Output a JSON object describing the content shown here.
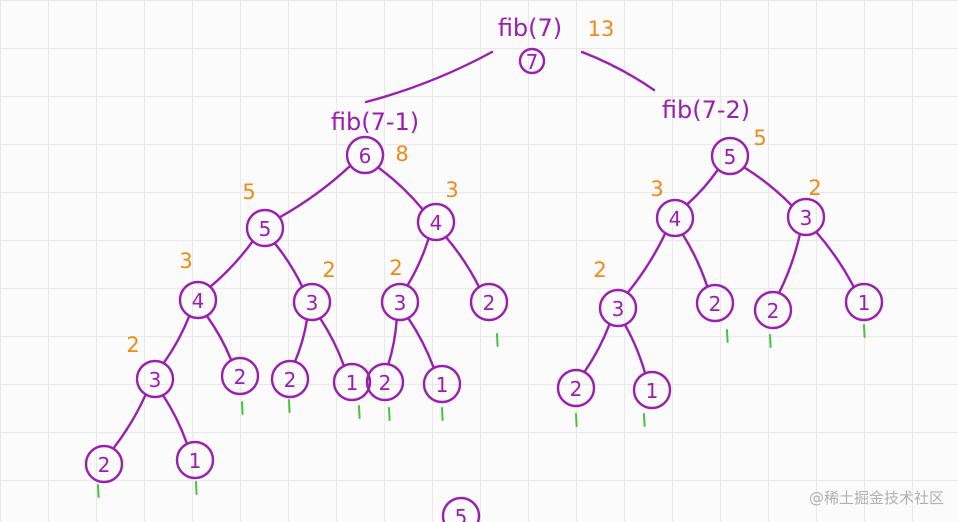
{
  "colors": {
    "tree": "#9a1fb0",
    "notes": "#ef8a14",
    "leaf_ticks": "#45c23e"
  },
  "labels": [
    {
      "id": "root-call",
      "text": "fib(7)"
    },
    {
      "id": "left-call",
      "text": "fib(7-1)"
    },
    {
      "id": "right-call",
      "text": "fib(7-2)"
    }
  ],
  "nodes": [
    {
      "id": "n7",
      "text": "7"
    },
    {
      "id": "L6",
      "text": "6"
    },
    {
      "id": "L5",
      "text": "5"
    },
    {
      "id": "L4a",
      "text": "4"
    },
    {
      "id": "L3a",
      "text": "3"
    },
    {
      "id": "L2a",
      "text": "2"
    },
    {
      "id": "L1a",
      "text": "1"
    },
    {
      "id": "L2b",
      "text": "2"
    },
    {
      "id": "L3b",
      "text": "3"
    },
    {
      "id": "L2c",
      "text": "2"
    },
    {
      "id": "L1b",
      "text": "1"
    },
    {
      "id": "L4b",
      "text": "4"
    },
    {
      "id": "L3c",
      "text": "3"
    },
    {
      "id": "L2d",
      "text": "2"
    },
    {
      "id": "L1c",
      "text": "1"
    },
    {
      "id": "L2e",
      "text": "2"
    },
    {
      "id": "R5",
      "text": "5"
    },
    {
      "id": "R4",
      "text": "4"
    },
    {
      "id": "R3a",
      "text": "3"
    },
    {
      "id": "R2a",
      "text": "2"
    },
    {
      "id": "R1a",
      "text": "1"
    },
    {
      "id": "R2b",
      "text": "2"
    },
    {
      "id": "R3b",
      "text": "3"
    },
    {
      "id": "R2c",
      "text": "2"
    },
    {
      "id": "R1b",
      "text": "1"
    },
    {
      "id": "bottom5",
      "text": "5"
    }
  ],
  "edges": [
    [
      "root-call",
      "left-call"
    ],
    [
      "root-call",
      "right-call"
    ],
    [
      "L6",
      "L5"
    ],
    [
      "L6",
      "L4b"
    ],
    [
      "L5",
      "L4a"
    ],
    [
      "L5",
      "L3b"
    ],
    [
      "L4a",
      "L3a"
    ],
    [
      "L4a",
      "L2b"
    ],
    [
      "L3a",
      "L2a"
    ],
    [
      "L3a",
      "L1a"
    ],
    [
      "L3b",
      "L2c"
    ],
    [
      "L3b",
      "L1b"
    ],
    [
      "L4b",
      "L3c"
    ],
    [
      "L4b",
      "L2e"
    ],
    [
      "L3c",
      "L2d"
    ],
    [
      "L3c",
      "L1c"
    ],
    [
      "R5",
      "R4"
    ],
    [
      "R5",
      "R3b"
    ],
    [
      "R4",
      "R3a"
    ],
    [
      "R4",
      "R2b"
    ],
    [
      "R3a",
      "R2a"
    ],
    [
      "R3a",
      "R1a"
    ],
    [
      "R3b",
      "R2c"
    ],
    [
      "R3b",
      "R1b"
    ]
  ],
  "value_notes": [
    {
      "id": "note-root",
      "text": "13"
    },
    {
      "id": "note-L6",
      "text": "8"
    },
    {
      "id": "note-L5",
      "text": "5"
    },
    {
      "id": "note-L4b",
      "text": "3"
    },
    {
      "id": "note-L4a",
      "text": "3"
    },
    {
      "id": "note-L3b",
      "text": "2"
    },
    {
      "id": "note-L3c",
      "text": "2"
    },
    {
      "id": "note-L3a",
      "text": "2"
    },
    {
      "id": "note-R5",
      "text": "5"
    },
    {
      "id": "note-R4",
      "text": "3"
    },
    {
      "id": "note-R3b",
      "text": "2"
    },
    {
      "id": "note-R3a",
      "text": "2"
    }
  ],
  "leaf_marks": [
    {
      "id": "tick-L2a",
      "text": "1"
    },
    {
      "id": "tick-L1a",
      "text": "1"
    },
    {
      "id": "tick-L2b",
      "text": "1"
    },
    {
      "id": "tick-L2c",
      "text": "1"
    },
    {
      "id": "tick-L1b",
      "text": "1"
    },
    {
      "id": "tick-L2d",
      "text": "1"
    },
    {
      "id": "tick-L1c",
      "text": "1"
    },
    {
      "id": "tick-L2e",
      "text": "1"
    },
    {
      "id": "tick-R2a",
      "text": "1"
    },
    {
      "id": "tick-R1a",
      "text": "1"
    },
    {
      "id": "tick-R2b",
      "text": "1"
    },
    {
      "id": "tick-R2c",
      "text": "1"
    },
    {
      "id": "tick-R1b",
      "text": "1"
    }
  ],
  "watermark": "@稀土掘金技术社区"
}
